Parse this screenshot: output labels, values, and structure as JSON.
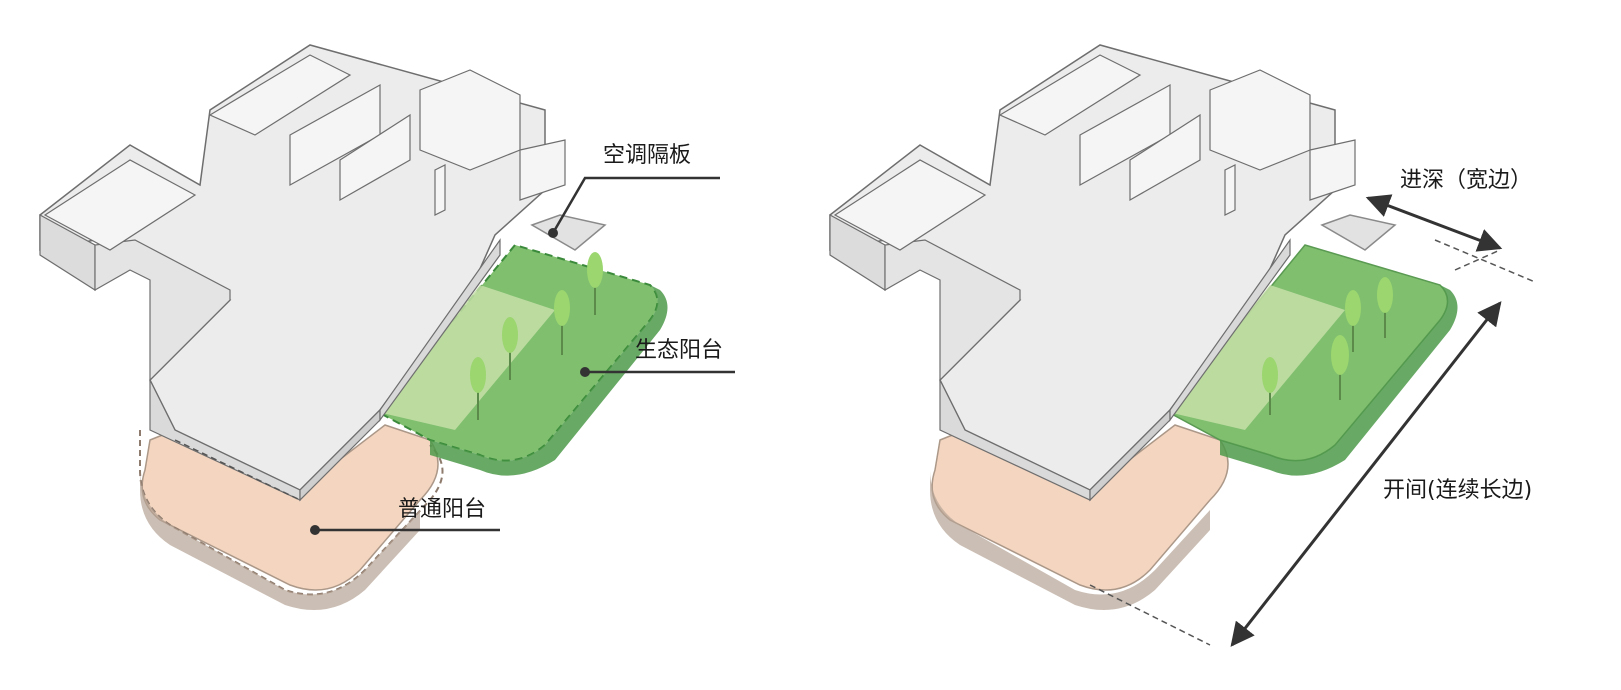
{
  "left_panel": {
    "labels": {
      "ac_partition": "空调隔板",
      "eco_balcony": "生态阳台",
      "normal_balcony": "普通阳台"
    }
  },
  "right_panel": {
    "labels": {
      "depth": "进深（宽边）",
      "width": "开间(连续长边)"
    }
  },
  "colors": {
    "wall_top": "#f2f2f2",
    "wall_side": "#dcdcdc",
    "floor": "#ebebeb",
    "eco_green": "#7fbf6e",
    "eco_green_dark": "#4e9a4a",
    "normal_balcony": "#f3d3bd",
    "balcony_rail": "#b9a89b",
    "leader_line": "#333333",
    "tree": "#9bd66f"
  }
}
